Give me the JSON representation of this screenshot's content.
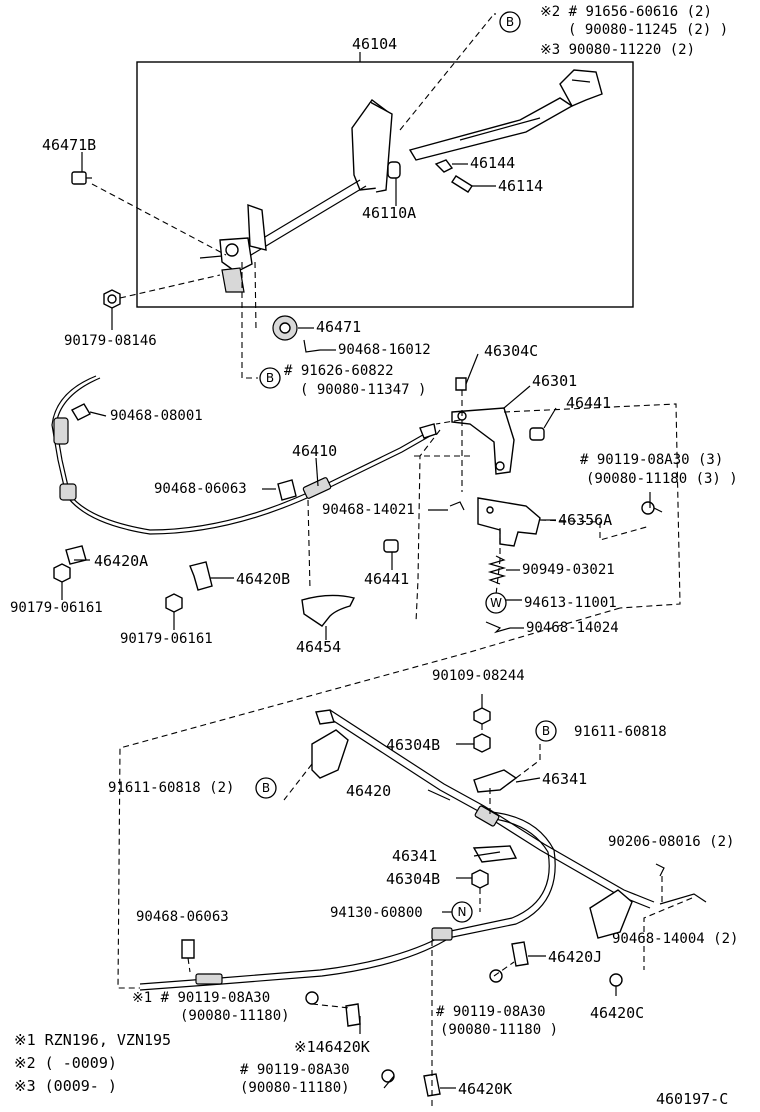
{
  "diagram_id": "460197-C",
  "part_labels": {
    "p46104": "46104",
    "p46471B": "46471B",
    "p90179_08146": "90179-08146",
    "p46144": "46144",
    "p46114": "46114",
    "p46110A": "46110A",
    "p46471": "46471",
    "p90468_16012": "90468-16012",
    "b_note_top_l1": "※2 # 91656-60616 (2)",
    "b_note_top_l2": "( 90080-11245 (2) )",
    "b_note_top_l3": "※3  90080-11220 (2)",
    "b_note_mid_l1": "# 91626-60822",
    "b_note_mid_l2": "( 90080-11347 )",
    "p46304C": "46304C",
    "p46301": "46301",
    "p46441a": "46441",
    "p90468_08001": "90468-08001",
    "p46410": "46410",
    "p90468_06063a": "90468-06063",
    "p90468_14021": "90468-14021",
    "p90119_a_l1": "# 90119-08A30 (3)",
    "p90119_a_l2": "(90080-11180 (3) )",
    "p46356A": "46356A",
    "p46420A": "46420A",
    "p46420B": "46420B",
    "p46441b": "46441",
    "p90949_03021": "90949-03021",
    "p94613_11001": "94613-11001",
    "p90468_14024": "90468-14024",
    "p90179_06161a": "90179-06161",
    "p90179_06161b": "90179-06161",
    "p46454": "46454",
    "p90109_08244": "90109-08244",
    "p46304Ba": "46304B",
    "p91611_60818a": "91611-60818",
    "p91611_60818b": "91611-60818 (2)",
    "p46420": "46420",
    "p46341a": "46341",
    "p90206_08016": "90206-08016 (2)",
    "p46341b": "46341",
    "p46304Bb": "46304B",
    "p94130_60800": "94130-60800",
    "p90468_06063b": "90468-06063",
    "p90468_14004": "90468-14004 (2)",
    "p46420J": "46420J",
    "star1_l1": "※1 # 90119-08A30",
    "star1_l2": "(90080-11180)",
    "p90119_b_l1": "# 90119-08A30",
    "p90119_b_l2": "(90080-11180 )",
    "p46420C": "46420C",
    "p146420K": "※146420K",
    "p90119_c_l1": "# 90119-08A30",
    "p90119_c_l2": "(90080-11180)",
    "p46420K": "46420K"
  },
  "callouts": {
    "B": "B",
    "W": "W",
    "N": "N"
  },
  "footnotes": {
    "n1": "※1  RZN196, VZN195",
    "n2": "※2  (        -0009)",
    "n3": "※3  (0009-        )"
  }
}
